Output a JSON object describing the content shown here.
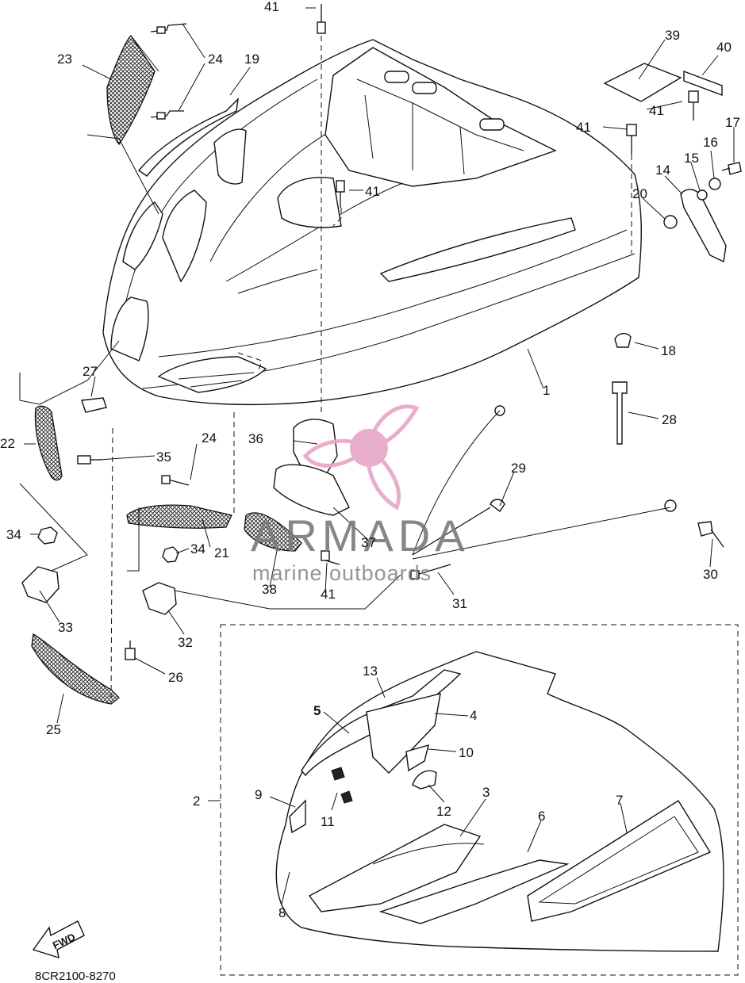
{
  "callouts": {
    "c1": "1",
    "c2": "2",
    "c3": "3",
    "c4": "4",
    "c5": "5",
    "c6": "6",
    "c7": "7",
    "c8": "8",
    "c9": "9",
    "c10": "10",
    "c11": "11",
    "c12": "12",
    "c13": "13",
    "c14": "14",
    "c15": "15",
    "c16": "16",
    "c17": "17",
    "c18": "18",
    "c19": "19",
    "c20": "20",
    "c21": "21",
    "c22": "22",
    "c23": "23",
    "c24a": "24",
    "c24b": "24",
    "c25": "25",
    "c26": "26",
    "c27": "27",
    "c28": "28",
    "c29": "29",
    "c30": "30",
    "c31": "31",
    "c32": "32",
    "c33": "33",
    "c34a": "34",
    "c34b": "34",
    "c35": "35",
    "c36": "36",
    "c37": "37",
    "c38": "38",
    "c39": "39",
    "c40": "40",
    "c41a": "41",
    "c41b": "41",
    "c41c": "41",
    "c41d": "41",
    "c41e": "41"
  },
  "diagram_code": "8CR2100-8270",
  "fwd_label": "FWD",
  "watermark": {
    "brand": "ARMADA",
    "tagline": "marine outboards",
    "logo_color": "#e8a6c8"
  }
}
